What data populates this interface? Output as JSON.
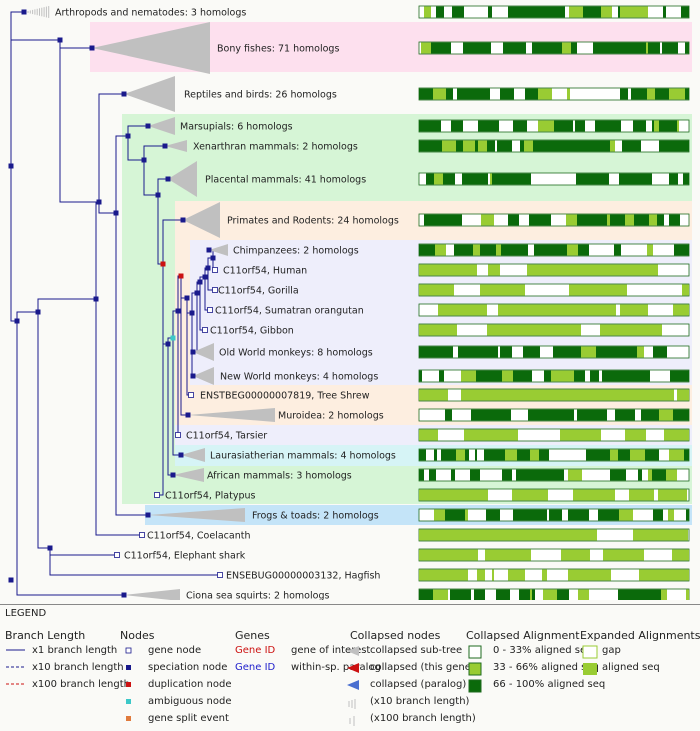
{
  "colors": {
    "branch": "#1a1a8c",
    "speciation": "#1a1a8c",
    "duplication": "#cc1111",
    "ambiguous": "#3cc8c8",
    "gene_split": "#e07a3c",
    "collapsed": "#c0c0c0",
    "align_border": "#1f6b1f",
    "align_low": "#ffffff",
    "align_mid": "#99cc33",
    "align_high": "#0b6a0b",
    "bg_pink": "#fde0ee",
    "bg_green": "#d6f5d6",
    "bg_peach": "#fdeee0",
    "bg_lavender": "#eeeefb",
    "bg_cyan": "#d6f4f6",
    "bg_blue": "#c4e4f8",
    "gene_of_interest": "#cc1111",
    "paralog": "#2222cc"
  },
  "tree_rows": [
    {
      "label": "Arthropods and nematodes: 3 homologs",
      "kind": "collapsed"
    },
    {
      "label": "Bony fishes: 71 homologs",
      "kind": "collapsed"
    },
    {
      "label": "Reptiles and birds: 26 homologs",
      "kind": "collapsed"
    },
    {
      "label": "Marsupials: 6 homologs",
      "kind": "collapsed"
    },
    {
      "label": "Xenarthran mammals: 2 homologs",
      "kind": "collapsed"
    },
    {
      "label": "Placental mammals: 41 homologs",
      "kind": "collapsed"
    },
    {
      "label": "Primates and Rodents: 24 homologs",
      "kind": "collapsed"
    },
    {
      "label": "Chimpanzees: 2 homologs",
      "kind": "collapsed"
    },
    {
      "label": "C11orf54, Human",
      "kind": "gene_of_interest"
    },
    {
      "label": "C11orf54, Gorilla",
      "kind": "gene"
    },
    {
      "label": "C11orf54, Sumatran orangutan",
      "kind": "gene"
    },
    {
      "label": "C11orf54, Gibbon",
      "kind": "gene"
    },
    {
      "label": "Old World monkeys: 8 homologs",
      "kind": "collapsed"
    },
    {
      "label": "New World monkeys: 4 homologs",
      "kind": "collapsed"
    },
    {
      "label": "ENSTBEG00000007819, Tree Shrew",
      "kind": "gene"
    },
    {
      "label": "Muroidea: 2 homologs",
      "kind": "collapsed"
    },
    {
      "label": "C11orf54, Tarsier",
      "kind": "gene"
    },
    {
      "label": "Laurasiatherian mammals: 4 homologs",
      "kind": "collapsed"
    },
    {
      "label": "African mammals: 3 homologs",
      "kind": "collapsed"
    },
    {
      "label": "C11orf54, Platypus",
      "kind": "gene"
    },
    {
      "label": "Frogs & toads: 2 homologs",
      "kind": "collapsed"
    },
    {
      "label": "C11orf54, Coelacanth",
      "kind": "gene"
    },
    {
      "label": "C11orf54, Elephant shark",
      "kind": "gene"
    },
    {
      "label": "ENSEBUG00000003132, Hagfish",
      "kind": "gene"
    },
    {
      "label": "Ciona sea squirts: 2 homologs",
      "kind": "collapsed"
    }
  ],
  "legend": {
    "title": "LEGEND",
    "branch_length": {
      "heading": "Branch Length",
      "items": [
        "x1 branch length",
        "x10 branch length",
        "x100 branch length"
      ]
    },
    "nodes": {
      "heading": "Nodes",
      "items": [
        "gene node",
        "speciation node",
        "duplication node",
        "ambiguous node",
        "gene split event"
      ]
    },
    "genes": {
      "heading": "Genes",
      "gene_id": "Gene ID",
      "gene_of_interest": "gene of interest",
      "within_sp": "within-sp. paralog"
    },
    "collapsed_nodes": {
      "heading": "Collapsed nodes",
      "items": [
        "collapsed sub-tree",
        "collapsed (this gene)",
        "collapsed (paralog)",
        "(x10 branch length)",
        "(x100 branch length)"
      ]
    },
    "collapsed_alignments": {
      "heading": "Collapsed Alignments",
      "items": [
        "0 - 33% aligned seq",
        "33 - 66% aligned seq",
        "66 - 100% aligned seq"
      ]
    },
    "expanded_alignments": {
      "heading": "Expanded Alignments",
      "items": [
        "gap",
        "aligned seq"
      ]
    }
  }
}
